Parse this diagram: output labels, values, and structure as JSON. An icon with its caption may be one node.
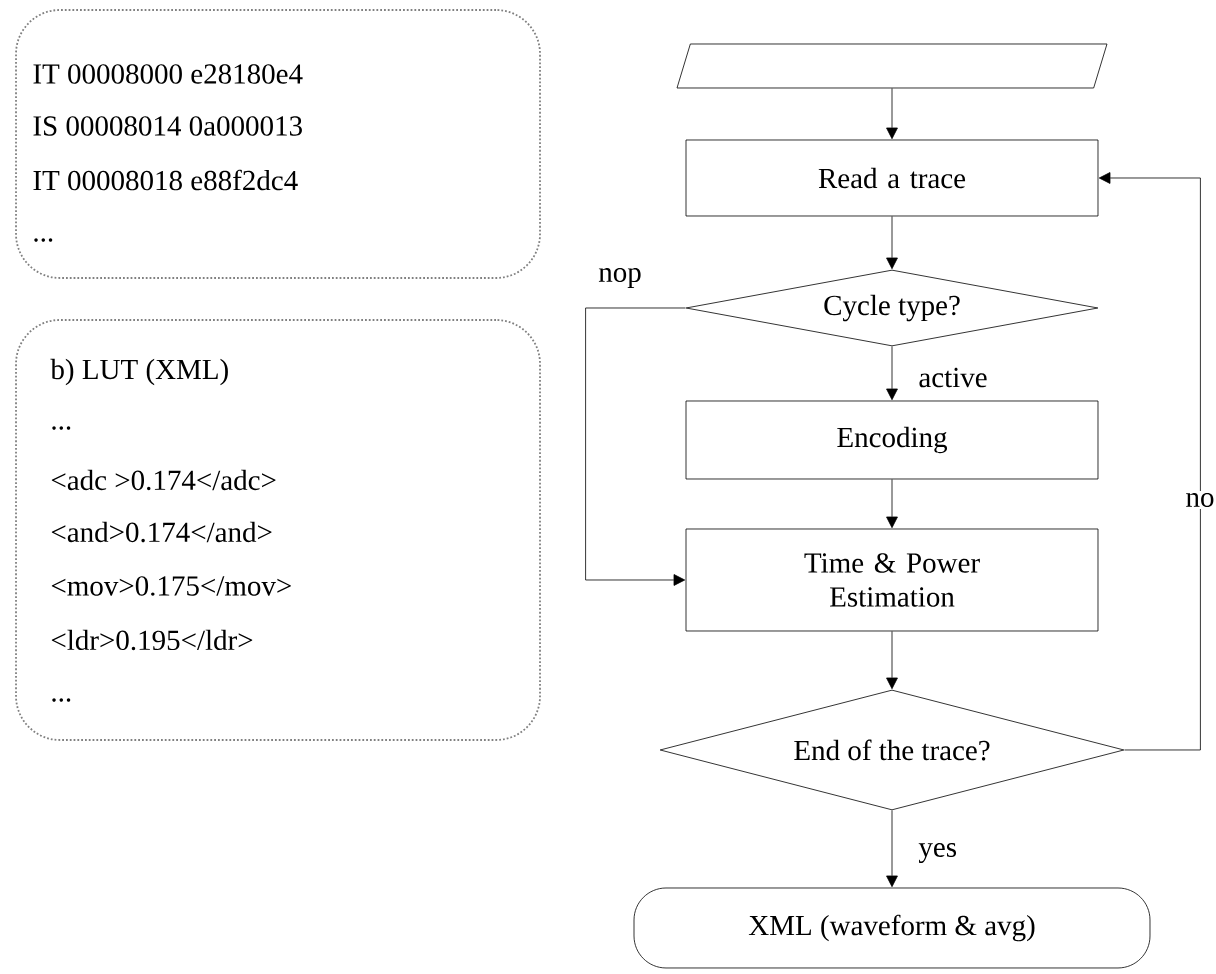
{
  "diagram": {
    "nodes": [
      {
        "text": [
          "IT 00008000  e28180e4",
          "IS 00008014  0a000013",
          "IT 00008018  e88f2dc4",
          "..."
        ]
      },
      {
        "text": [
          "b) LUT (XML)",
          "...",
          "<adc >0.174</adc>",
          "<and>0.174</and>",
          "<mov>0.175</mov>",
          "<ldr>0.195</ldr>",
          "..."
        ]
      },
      {
        "text": [],
        "shape": "parallelogram"
      },
      {
        "text": [
          "Read a trace"
        ]
      },
      {
        "text": [
          "Cycle type?"
        ]
      },
      {
        "text": [
          "Encoding"
        ]
      },
      {
        "text": [
          "Time & Power Estimation"
        ]
      },
      {
        "text": [
          "End of the trace?"
        ]
      },
      {
        "text": [
          "XML (waveform & avg)"
        ]
      }
    ],
    "edges": [
      {
        "from": 2,
        "to": 3,
        "arrow": "to"
      },
      {
        "from": 3,
        "to": 4,
        "arrow": "to"
      },
      {
        "from": 4,
        "to": 5,
        "arrow": "to",
        "label": "active"
      },
      {
        "from": 4,
        "to": 6,
        "arrow": "to",
        "label": "nop"
      },
      {
        "from": 5,
        "to": 6,
        "arrow": "to"
      },
      {
        "from": 6,
        "to": 7,
        "arrow": "to"
      },
      {
        "from": 7,
        "to": 3,
        "arrow": "to",
        "label": "no"
      },
      {
        "from": 7,
        "to": 8,
        "arrow": "to",
        "label": "yes"
      }
    ]
  }
}
